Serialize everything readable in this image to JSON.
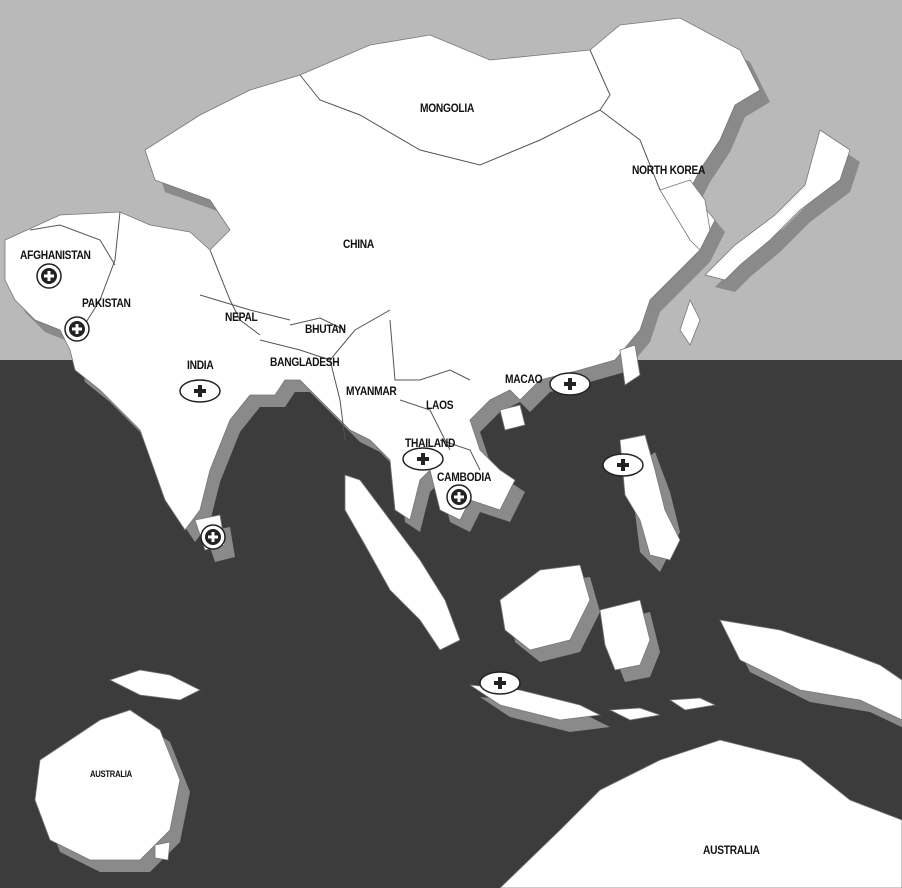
{
  "map": {
    "labels": {
      "mongolia": "MONGOLIA",
      "north_korea": "NORTH KOREA",
      "china": "CHINA",
      "afghanistan": "AFGHANISTAN",
      "pakistan": "PAKISTAN",
      "nepal": "NEPAL",
      "bhutan": "BHUTAN",
      "india": "INDIA",
      "bangladesh": "BANGLADESH",
      "myanmar": "MYANMAR",
      "laos": "LAOS",
      "macao": "MACAO",
      "thailand": "THAILAND",
      "cambodia": "CAMBODIA",
      "australia_inset": "AUSTRALIA",
      "australia": "AUSTRALIA"
    },
    "marker_icon": "red-cross-plus-icon",
    "colors": {
      "land": "#ffffff",
      "sea": "#3c3c3c",
      "shadow": "#8a8a8a",
      "background_page": "#b9b9b9"
    }
  }
}
